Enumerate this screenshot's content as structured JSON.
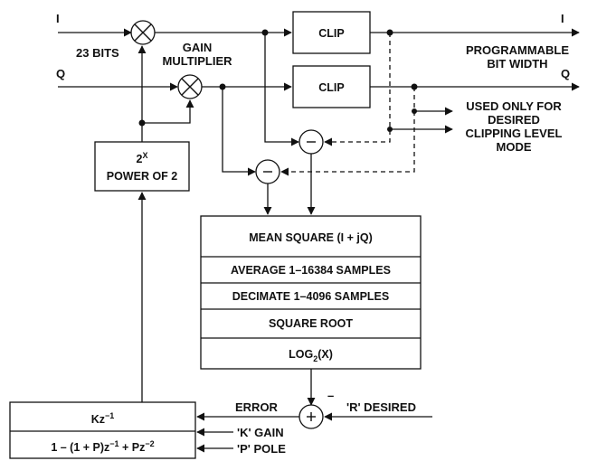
{
  "signals": {
    "i_in": "I",
    "q_in": "Q",
    "i_out": "I",
    "q_out": "Q"
  },
  "labels": {
    "bits": "23 BITS",
    "gain_multiplier_1": "GAIN",
    "gain_multiplier_2": "MULTIPLIER",
    "programmable_1": "PROGRAMMABLE",
    "programmable_2": "BIT WIDTH",
    "used_only_1": "USED ONLY FOR",
    "used_only_2": "DESIRED",
    "used_only_3": "CLIPPING LEVEL",
    "used_only_4": "MODE",
    "error": "ERROR",
    "r_desired": "'R' DESIRED",
    "k_gain": "'K' GAIN",
    "p_pole": "'P' POLE",
    "minus_sign": "–"
  },
  "blocks": {
    "clip_i": "CLIP",
    "clip_q": "CLIP",
    "power_2_base": "2",
    "power_2_exp": "X",
    "power_2_label": "POWER OF 2",
    "mean_square": "MEAN SQUARE (I + jQ)",
    "average": "AVERAGE 1–16384 SAMPLES",
    "decimate": "DECIMATE 1–4096 SAMPLES",
    "square_root": "SQUARE ROOT",
    "log_base": "LOG",
    "log_sub": "2",
    "log_arg": "(X)",
    "filter_num_base": "Kz",
    "filter_num_exp": "−1",
    "filter_den_a": "1 – (1 + P)z",
    "filter_den_a_exp": "−1",
    "filter_den_b": " + Pz",
    "filter_den_b_exp": "−2"
  },
  "operators": {
    "sub1": "–",
    "sub2": "–",
    "add": "+"
  }
}
